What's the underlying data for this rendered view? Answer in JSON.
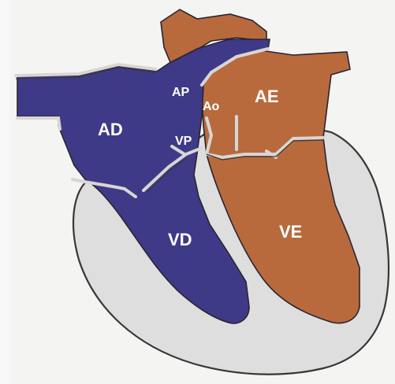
{
  "labels": {
    "ad": "AD",
    "ap": "AP",
    "ao": "Ao",
    "ae": "AE",
    "vp": "VP",
    "vd": "VD",
    "ve": "VE"
  },
  "colors": {
    "background": "#f4f4f3",
    "pericardium": "#dedede",
    "venous_blue": "#3e3a87",
    "arterial_orange": "#b86a3d",
    "outline": "#2a2430",
    "septum": "#d8d6d4"
  }
}
